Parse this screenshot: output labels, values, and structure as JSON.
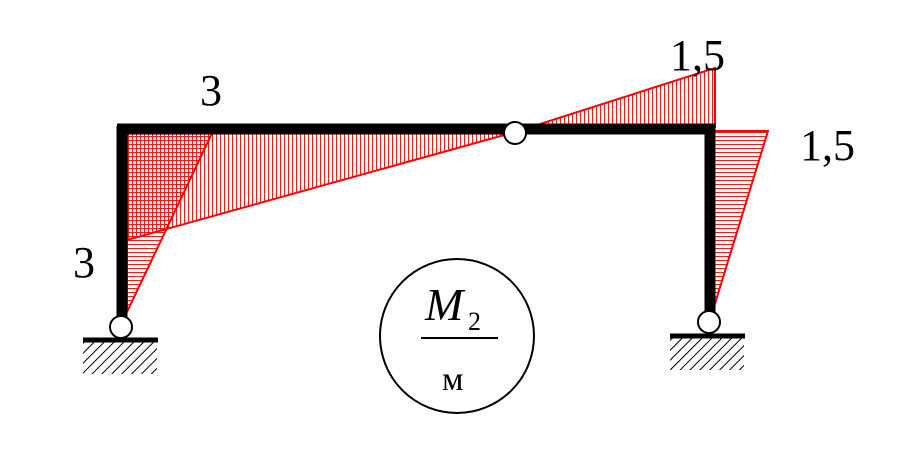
{
  "labels": {
    "beam_left_value": "3",
    "column_left_value": "3",
    "beam_right_value": "1,5",
    "column_right_value": "1,5"
  },
  "diagram_badge": {
    "title_letter": "M",
    "title_subscript": "2",
    "unit": "м"
  },
  "colors": {
    "frame": "#000000",
    "moment_diagram": "#ff0000",
    "background": "#ffffff"
  }
}
